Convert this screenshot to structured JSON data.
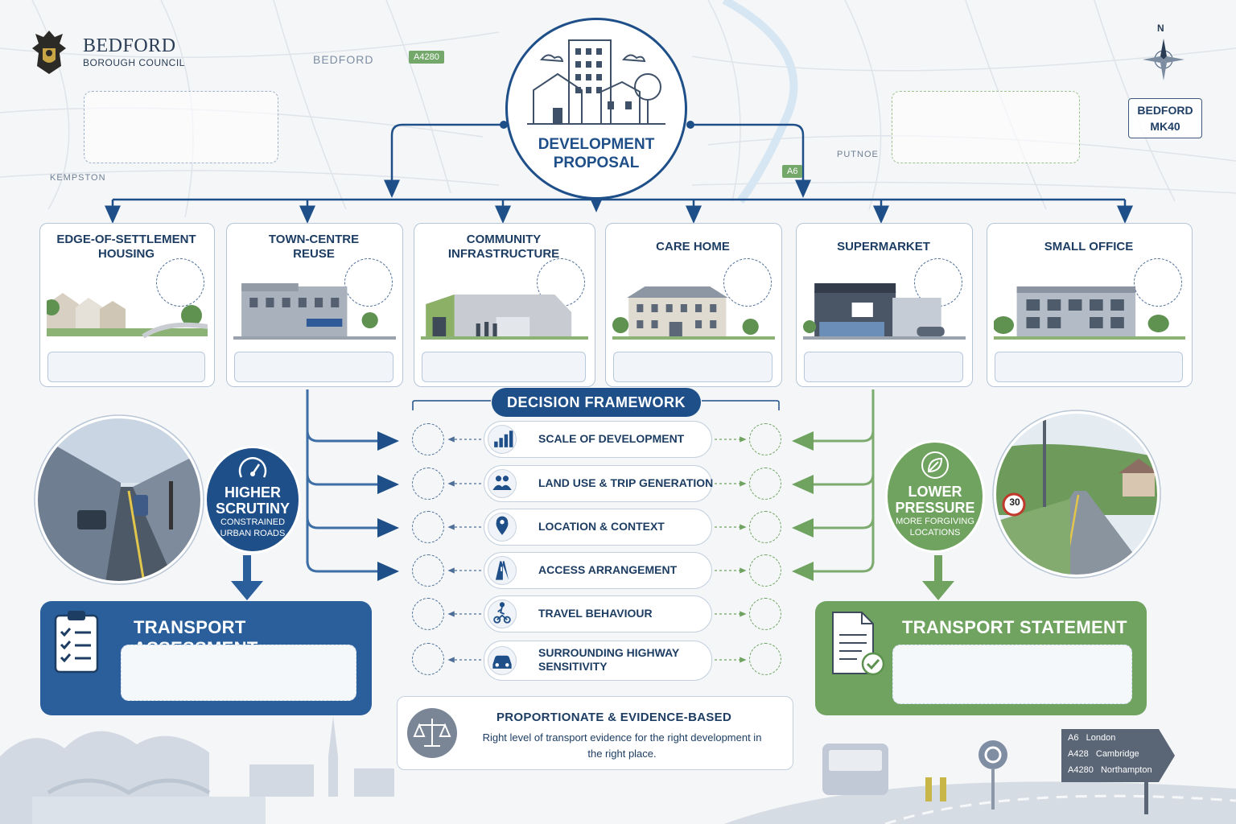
{
  "header": {
    "council_name": "BEDFORD",
    "council_sub": "BOROUGH COUNCIL",
    "compass_label": "N",
    "postcode_line1": "BEDFORD",
    "postcode_line2": "MK40"
  },
  "map_labels": {
    "bedford": "BEDFORD",
    "kempston": "KEMPSTON",
    "putnoe": "PUTNOE",
    "road_a4280": "A4280",
    "road_a6": "A6"
  },
  "proposal": {
    "title_line1": "DEVELOPMENT",
    "title_line2": "PROPOSAL"
  },
  "cards": [
    {
      "line1": "EDGE-OF-SETTLEMENT",
      "line2": "HOUSING"
    },
    {
      "line1": "TOWN-CENTRE",
      "line2": "REUSE"
    },
    {
      "line1": "COMMUNITY",
      "line2": "INFRASTRUCTURE"
    },
    {
      "line1": "CARE HOME",
      "line2": ""
    },
    {
      "line1": "SUPERMARKET",
      "line2": ""
    },
    {
      "line1": "SMALL OFFICE",
      "line2": ""
    }
  ],
  "framework": {
    "title": "DECISION FRAMEWORK",
    "items": [
      {
        "line1": "SCALE OF DEVELOPMENT",
        "line2": ""
      },
      {
        "line1": "LAND USE & TRIP GENERATION",
        "line2": ""
      },
      {
        "line1": "LOCATION & CONTEXT",
        "line2": ""
      },
      {
        "line1": "ACCESS ARRANGEMENT",
        "line2": ""
      },
      {
        "line1": "TRAVEL BEHAVIOUR",
        "line2": ""
      },
      {
        "line1": "SURROUNDING HIGHWAY",
        "line2": "SENSITIVITY"
      }
    ]
  },
  "higher": {
    "line1": "HIGHER",
    "line2": "SCRUTINY",
    "sub1": "CONSTRAINED",
    "sub2": "URBAN ROADS"
  },
  "lower": {
    "line1": "LOWER",
    "line2": "PRESSURE",
    "sub1": "MORE FORGIVING",
    "sub2": "LOCATIONS",
    "speed_sign": "30"
  },
  "outcomes": {
    "assessment": "TRANSPORT ASSESSMENT",
    "statement": "TRANSPORT STATEMENT"
  },
  "principle": {
    "title": "PROPORTIONATE & EVIDENCE-BASED",
    "text": "Right level of transport evidence for the right development in the right place."
  },
  "signpost": [
    {
      "road": "A6",
      "place": "London"
    },
    {
      "road": "A428",
      "place": "Cambridge"
    },
    {
      "road": "A4280",
      "place": "Northampton"
    }
  ],
  "colors": {
    "primary_blue": "#1e4f89",
    "green": "#6fa35f",
    "navy_text": "#1d3d63"
  }
}
